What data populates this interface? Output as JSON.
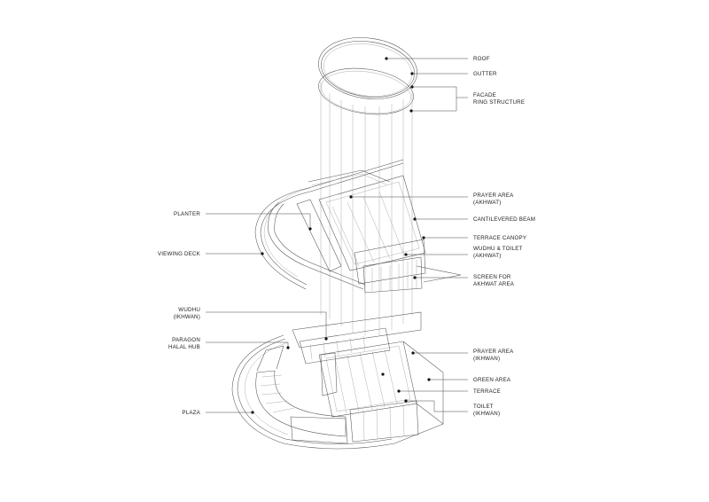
{
  "labels": {
    "roof": "ROOF",
    "gutter": "GUTTER",
    "facade_1": "FACADE",
    "facade_2": "RING STRUCTURE",
    "prayer_akhwat_1": "PRAYER AREA",
    "prayer_akhwat_2": "(AKHWAT)",
    "cantilevered_beam": "CANTILEVERED BEAM",
    "terrace_canopy": "TERRACE CANOPY",
    "wudhu_toilet_1": "WUDHU & TOILET",
    "wudhu_toilet_2": "(AKHWAT)",
    "screen_1": "SCREEN FOR",
    "screen_2": "AKHWAT AREA",
    "planter": "PLANTER",
    "viewing_deck": "VIEWING DECK",
    "wudhu_ikhwan_1": "WUDHU",
    "wudhu_ikhwan_2": "(IKHWAN)",
    "paragon_1": "PARAGON",
    "paragon_2": "HALAL HUB",
    "plaza": "PLAZA",
    "prayer_ikhwan_1": "PRAYER AREA",
    "prayer_ikhwan_2": "(IKHWAN)",
    "green_area": "GREEN AREA",
    "terrace": "TERRACE",
    "toilet_ikhwan_1": "TOILET",
    "toilet_ikhwan_2": "(IKHWAN)"
  }
}
